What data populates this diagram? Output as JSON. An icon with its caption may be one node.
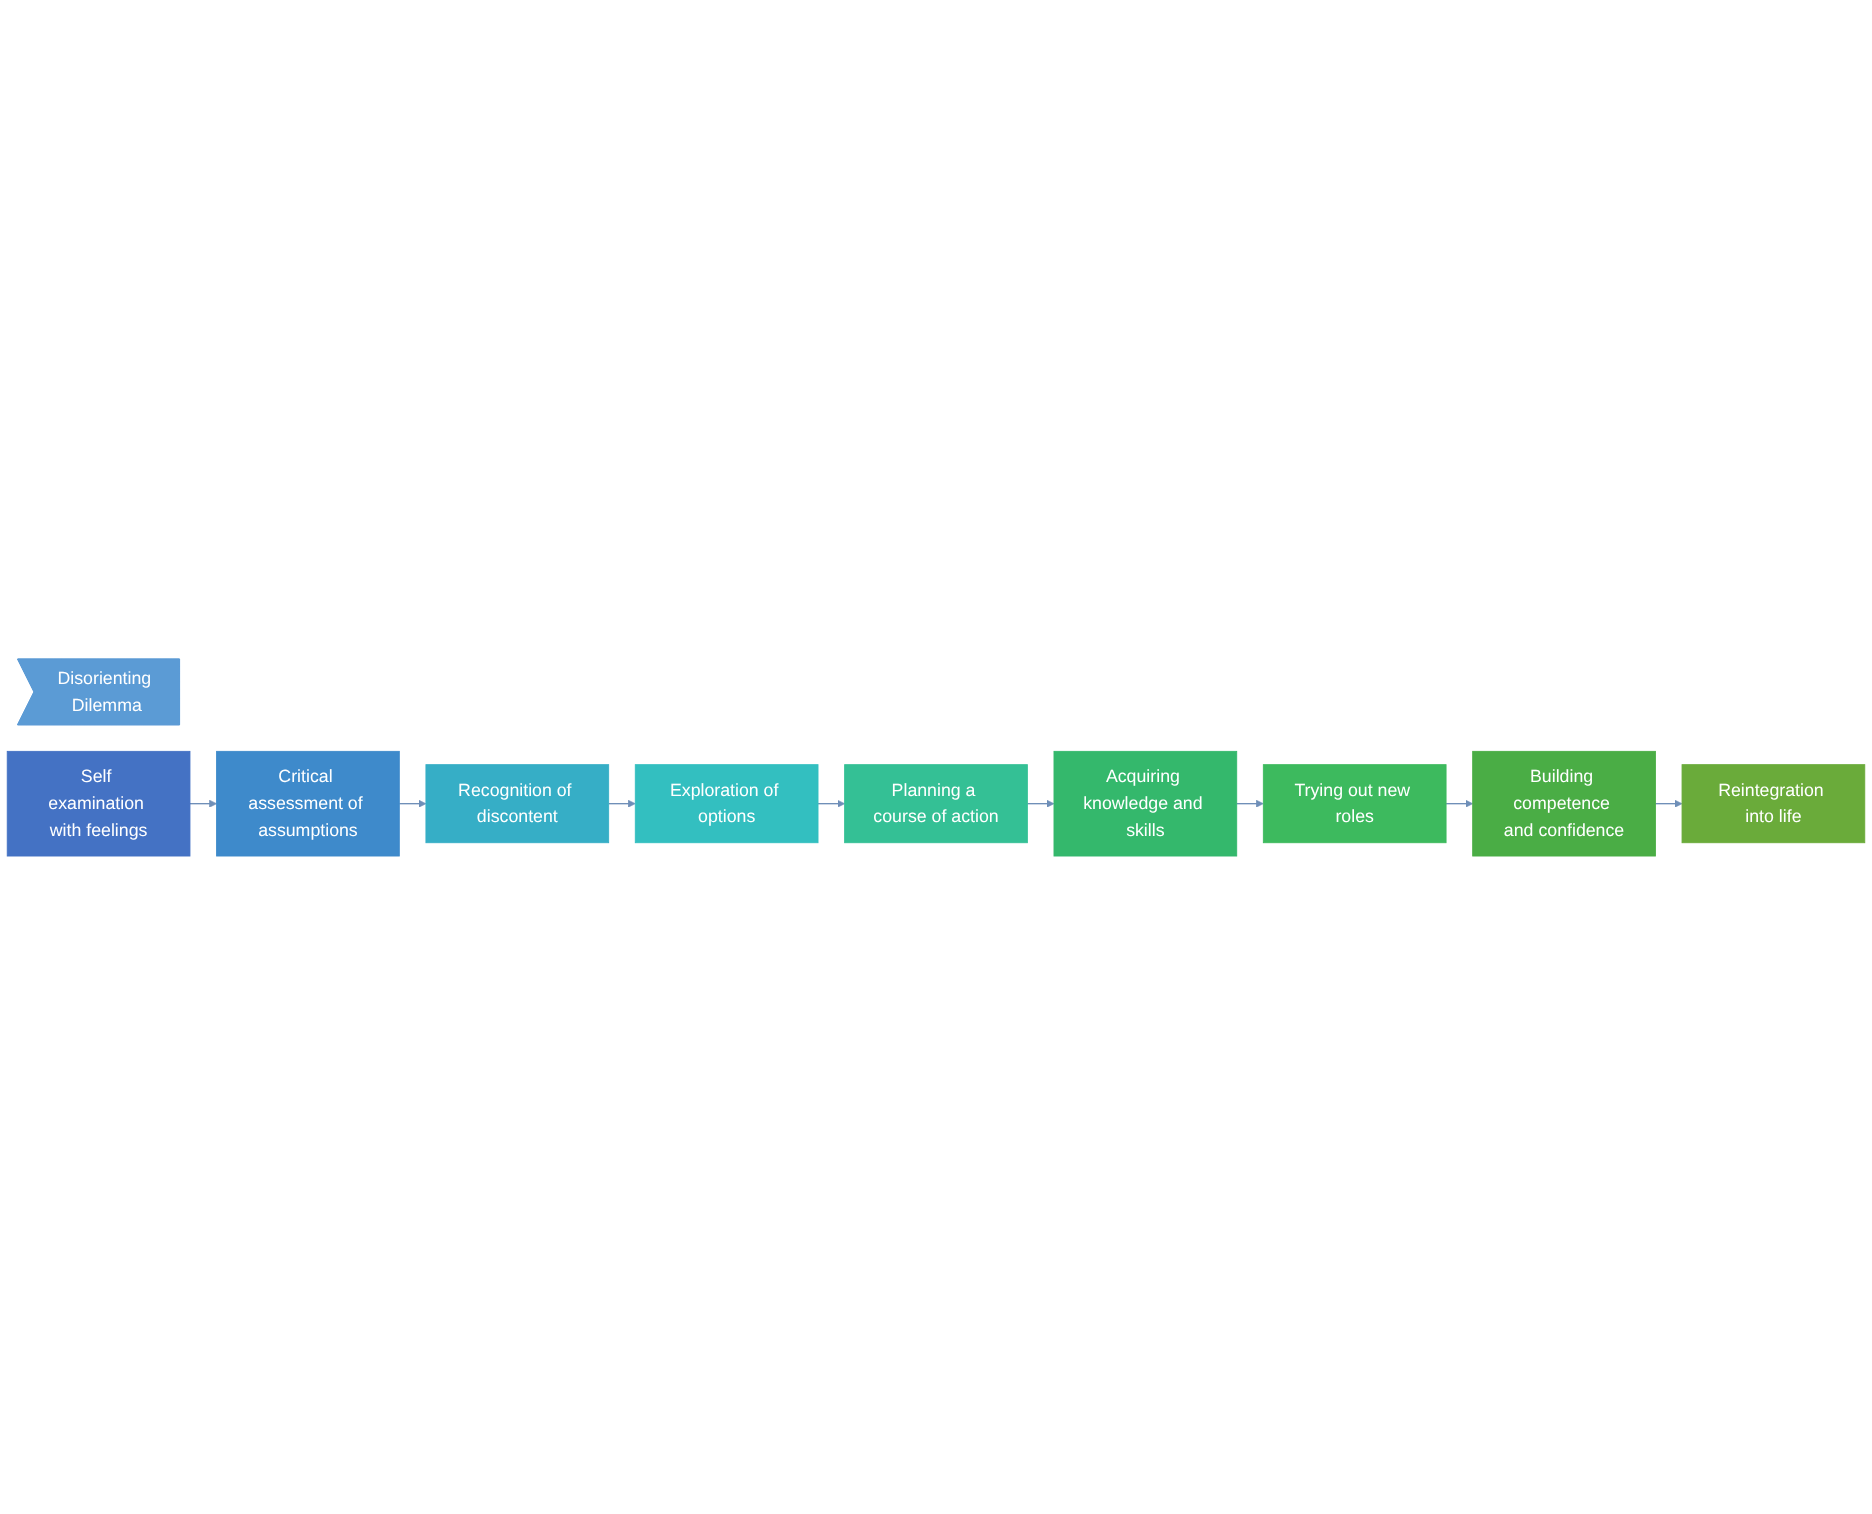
{
  "diagram": {
    "nodes": [
      {
        "text": [
          "Disorienting Dilemma"
        ]
      },
      {
        "text": [
          "Self examination with feelings"
        ]
      },
      {
        "text": [
          "Critical assessment of assumptions"
        ]
      },
      {
        "text": [
          "Recognition of discontent"
        ]
      },
      {
        "text": [
          "Exploration of options"
        ]
      },
      {
        "text": [
          "Planning a course of action"
        ]
      },
      {
        "text": [
          "Acquiring knowledge and skills"
        ]
      },
      {
        "text": [
          "Trying out new roles"
        ]
      },
      {
        "text": [
          "Building competence and confidence"
        ]
      },
      {
        "text": [
          "Reintegration into life"
        ]
      }
    ],
    "edges": [
      {
        "from": 1,
        "to": 2,
        "arrow": "to"
      },
      {
        "from": 2,
        "to": 3,
        "arrow": "to"
      },
      {
        "from": 3,
        "to": 4,
        "arrow": "to"
      },
      {
        "from": 4,
        "to": 5,
        "arrow": "to"
      },
      {
        "from": 5,
        "to": 6,
        "arrow": "to"
      },
      {
        "from": 6,
        "to": 7,
        "arrow": "to"
      },
      {
        "from": 7,
        "to": 8,
        "arrow": "to"
      },
      {
        "from": 8,
        "to": 9,
        "arrow": "to"
      }
    ]
  }
}
